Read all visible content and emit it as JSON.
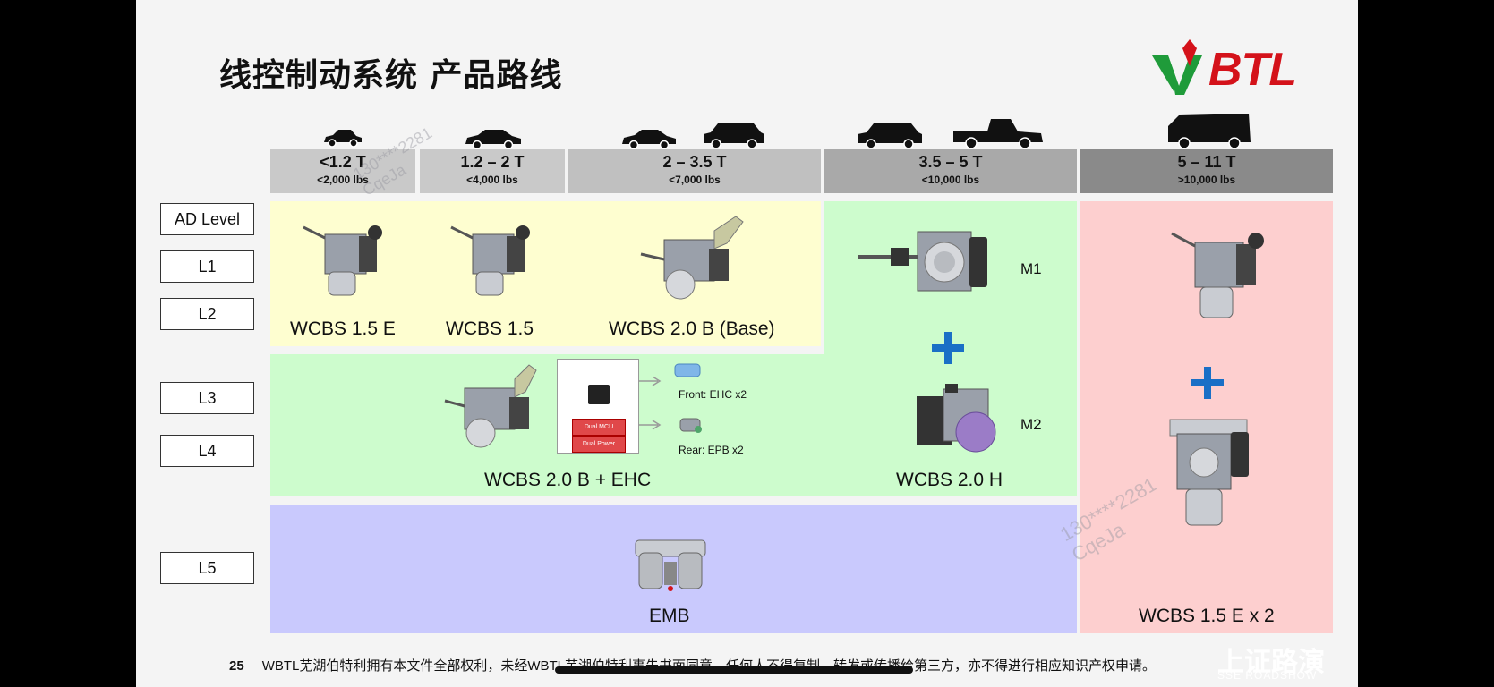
{
  "title": "线控制动系统 产品路线",
  "logo": {
    "text": "BTL"
  },
  "weight_classes": [
    {
      "range": "<1.2 T",
      "lbs": "<2,000 lbs"
    },
    {
      "range": "1.2 – 2 T",
      "lbs": "<4,000 lbs"
    },
    {
      "range": "2 – 3.5 T",
      "lbs": "<7,000 lbs"
    },
    {
      "range": "3.5 – 5 T",
      "lbs": "<10,000 lbs"
    },
    {
      "range": "5 – 11 T",
      "lbs": ">10,000 lbs"
    }
  ],
  "levels": [
    "AD Level",
    "L1",
    "L2",
    "L3",
    "L4",
    "L5"
  ],
  "products": {
    "wcbs15e": "WCBS 1.5 E",
    "wcbs15": "WCBS 1.5",
    "wcbs20b": "WCBS 2.0 B (Base)",
    "wcbs20behc": "WCBS 2.0 B + EHC",
    "wcbs20h": "WCBS 2.0 H",
    "emb": "EMB",
    "wcbs15ex2": "WCBS 1.5 E x 2"
  },
  "modules": {
    "m1": "M1",
    "m2": "M2"
  },
  "controller": {
    "dual_mcu": "Dual MCU",
    "dual_power": "Dual Power",
    "front": "Front: EHC x2",
    "rear": "Rear: EPB x2"
  },
  "footer": {
    "page": "25",
    "text": "WBTL芜湖伯特利拥有本文件全部权利，未经WBTL芜湖伯特利事先书面同意，任何人不得复制、转发或传播给第三方，亦不得进行相应知识产权申请。"
  },
  "watermark": {
    "line1": "130****2281",
    "line2": "CqeJa"
  },
  "brand": {
    "name": "上证路演",
    "sub": "SSE ROADSHOW"
  },
  "colors": {
    "yellow": "#fefed0",
    "green": "#cdfccd",
    "blue": "#c9c9fd",
    "red": "#fdcfcf",
    "plus": "#1a6fc6"
  }
}
